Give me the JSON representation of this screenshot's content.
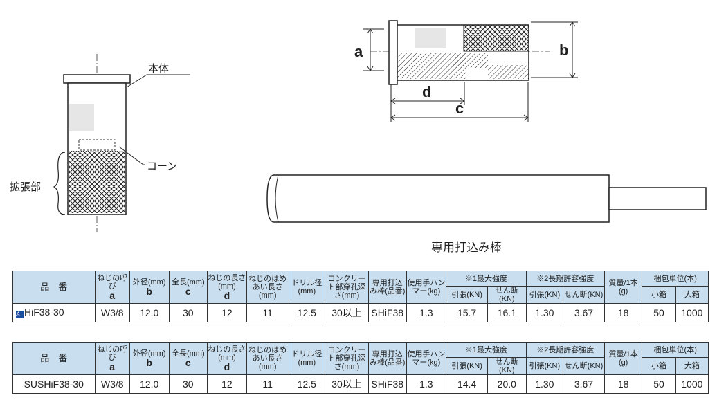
{
  "labels": {
    "body": "本体",
    "cone": "コーン",
    "expansion": "拡張部",
    "tool": "専用打込み棒",
    "dim_a": "a",
    "dim_b": "b",
    "dim_c": "c",
    "dim_d": "d"
  },
  "header": {
    "part": "品　番",
    "thread_nom": "ねじの呼び",
    "outer": "外径(mm)",
    "length": "全長(mm)",
    "thread_len": "ねじの長さ(mm)",
    "engage": "ねじのはめあい長さ(mm)",
    "drill": "ドリル径(mm)",
    "depth": "コンクリート部穿孔深さ(mm)",
    "tool": "専用打込み棒(品番)",
    "hammer": "使用手ハンマー(kg)",
    "max_strength": "※1最大強度",
    "long_term": "※2長期許容強度",
    "tension": "引張(KN)",
    "shear": "せん断(KN)",
    "mass": "質量/1本(g)",
    "pack": "梱包単位(本)",
    "small_box": "小箱",
    "large_box": "大箱",
    "sym_a": "a",
    "sym_b": "b",
    "sym_c": "c",
    "sym_d": "d"
  },
  "rows": [
    {
      "part": "HiF38-30",
      "logo": "A",
      "thread": "W3/8",
      "outer": "12.0",
      "length": "30",
      "thread_len": "12",
      "engage": "11",
      "drill": "12.5",
      "depth": "30以上",
      "tool": "SHiF38",
      "hammer": "1.3",
      "max_tension": "15.7",
      "max_shear": "16.1",
      "lt_tension": "1.30",
      "lt_shear": "3.67",
      "mass": "18",
      "small": "50",
      "large": "1000"
    },
    {
      "part": "SUSHiF38-30",
      "thread": "W3/8",
      "outer": "12.0",
      "length": "30",
      "thread_len": "12",
      "engage": "11",
      "drill": "12.5",
      "depth": "30以上",
      "tool": "SHiF38",
      "hammer": "1.3",
      "max_tension": "14.4",
      "max_shear": "20.0",
      "lt_tension": "1.30",
      "lt_shear": "3.67",
      "mass": "18",
      "small": "50",
      "large": "1000"
    }
  ]
}
